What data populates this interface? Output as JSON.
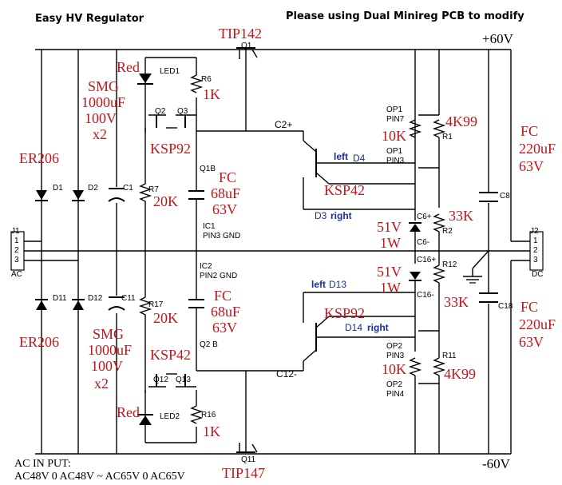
{
  "title": "Easy HV Regulator",
  "note": "Please using Dual Minireg PCB to modify",
  "rail_pos": "+60V",
  "rail_neg": "-60V",
  "ac_input_title": "AC IN PUT:",
  "ac_input_values": "AC48V 0 AC48V ~ AC65V 0 AC65V",
  "labels": {
    "tip142": "TIP142",
    "q1": "Q1",
    "tip147": "TIP147",
    "q11": "Q11",
    "red1": "Red",
    "led1": "LED1",
    "r6": "R6",
    "r6v": "1K",
    "smg_a": "SMG",
    "smg_b": "1000uF",
    "smg_c": "100V",
    "smg_d": "x2",
    "q2": "Q2",
    "q3": "Q3",
    "ksp92_top": "KSP92",
    "er206_top": "ER206",
    "d1": "D1",
    "d2": "D2",
    "c1": "C1",
    "r7": "R7",
    "r7v": "20K",
    "q1b": "Q1B",
    "fc_top_a": "FC",
    "fc_top_b": "68uF",
    "fc_top_c": "63V",
    "ic1_a": "IC1",
    "ic1_b": "PIN3 GND",
    "c2p": "C2+",
    "op1_a": "OP1",
    "op1_b": "PIN7",
    "op1c": "OP1",
    "op1d": "PIN3",
    "r10k_top": "10K",
    "r4k99_top": "4K99",
    "r1": "R1",
    "left_d4": "left",
    "d4": "D4",
    "ksp42_mid": "KSP42",
    "d3": "D3",
    "right_d3": "right",
    "c6p": "C6+",
    "c6m": "C6-",
    "z51_top": "51V",
    "z1w_top": "1W",
    "r33k_top": "33K",
    "r2": "R2",
    "fc_r_a": "FC",
    "fc_r_b": "220uF",
    "fc_r_c": "63V",
    "c8": "C8",
    "j1": "J1",
    "ac": "AC",
    "j2": "J2",
    "dc": "DC",
    "p1": "1",
    "p2": "2",
    "p3": "3",
    "q1n": "1",
    "q2n": "2",
    "q3n": "3",
    "ic2_a": "IC2",
    "ic2_b": "PIN2 GND",
    "fc_bot_a": "FC",
    "fc_bot_b": "68uF",
    "fc_bot_c": "63V",
    "r17": "R17",
    "r17v": "20K",
    "q2b": "Q2 B",
    "er206_bot": "ER206",
    "d11": "D11",
    "d12": "D12",
    "c11": "C11",
    "smg2_a": "SMG",
    "smg2_b": "1000uF",
    "smg2_c": "100V",
    "smg2_d": "x2",
    "ksp42_bot": "KSP42",
    "q12": "Q12",
    "q13": "Q13",
    "red2": "Red",
    "led2": "LED2",
    "r16": "R16",
    "r16v": "1K",
    "left_d13": "left",
    "d13": "D13",
    "z51_bot": "51V",
    "z1w_bot": "1W",
    "c16p": "C16+",
    "c16m": "C16-",
    "r12": "R12",
    "r33k_bot": "33K",
    "ksp92_mid": "KSP92",
    "d14": "D14",
    "right_d14": "right",
    "op2_a": "OP2",
    "op2_b": "PIN3",
    "op2c": "OP2",
    "op2d": "PIN4",
    "r10k_bot": "10K",
    "r4k99_bot": "4K99",
    "r11": "R11",
    "c12m": "C12-",
    "fc_r2_a": "FC",
    "fc_r2_b": "220uF",
    "fc_r2_c": "63V",
    "c18": "C18"
  }
}
